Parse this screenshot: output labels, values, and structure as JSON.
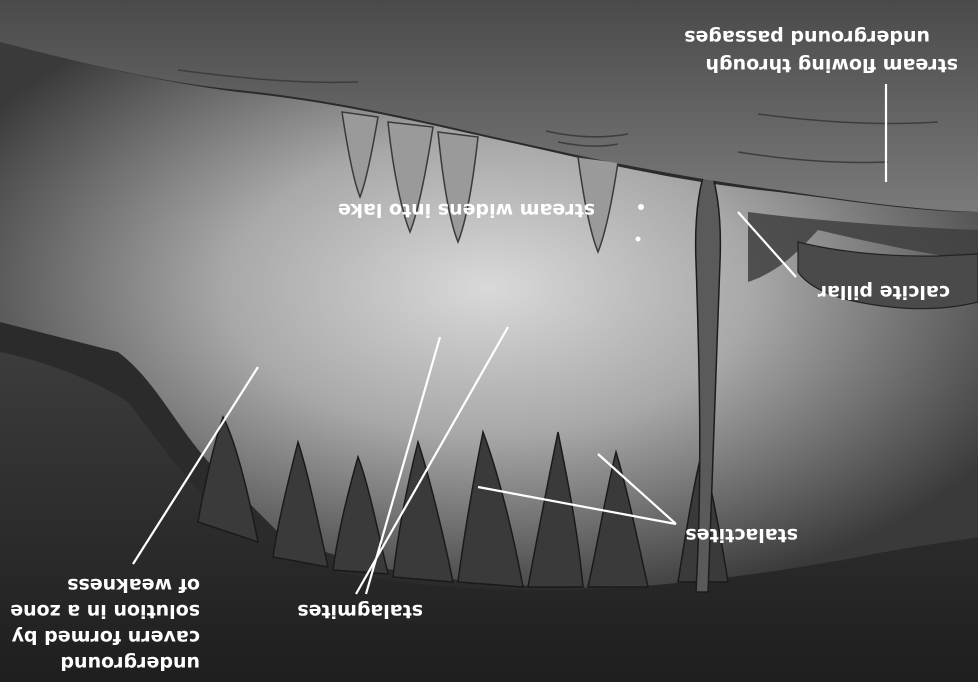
{
  "labels": {
    "cavern": [
      "underground",
      "cavern formed by",
      "solution in a zone",
      "of weakness"
    ],
    "stalagmites": "stalagmites",
    "stalactites": "stalactites",
    "calcite_pillar": "calcite pillar",
    "stream_lake": "stream widens into lake",
    "stream_passages": [
      "stream flowing through",
      "underground passages"
    ]
  },
  "colors": {
    "rock_dark": "#2b2b2b",
    "rock_mid": "#4d4d4d",
    "cave_glow": "#c9c9c9",
    "water": "#6a6a6a",
    "label_text": "#ffffff"
  },
  "orientation": "rotated 180 degrees"
}
